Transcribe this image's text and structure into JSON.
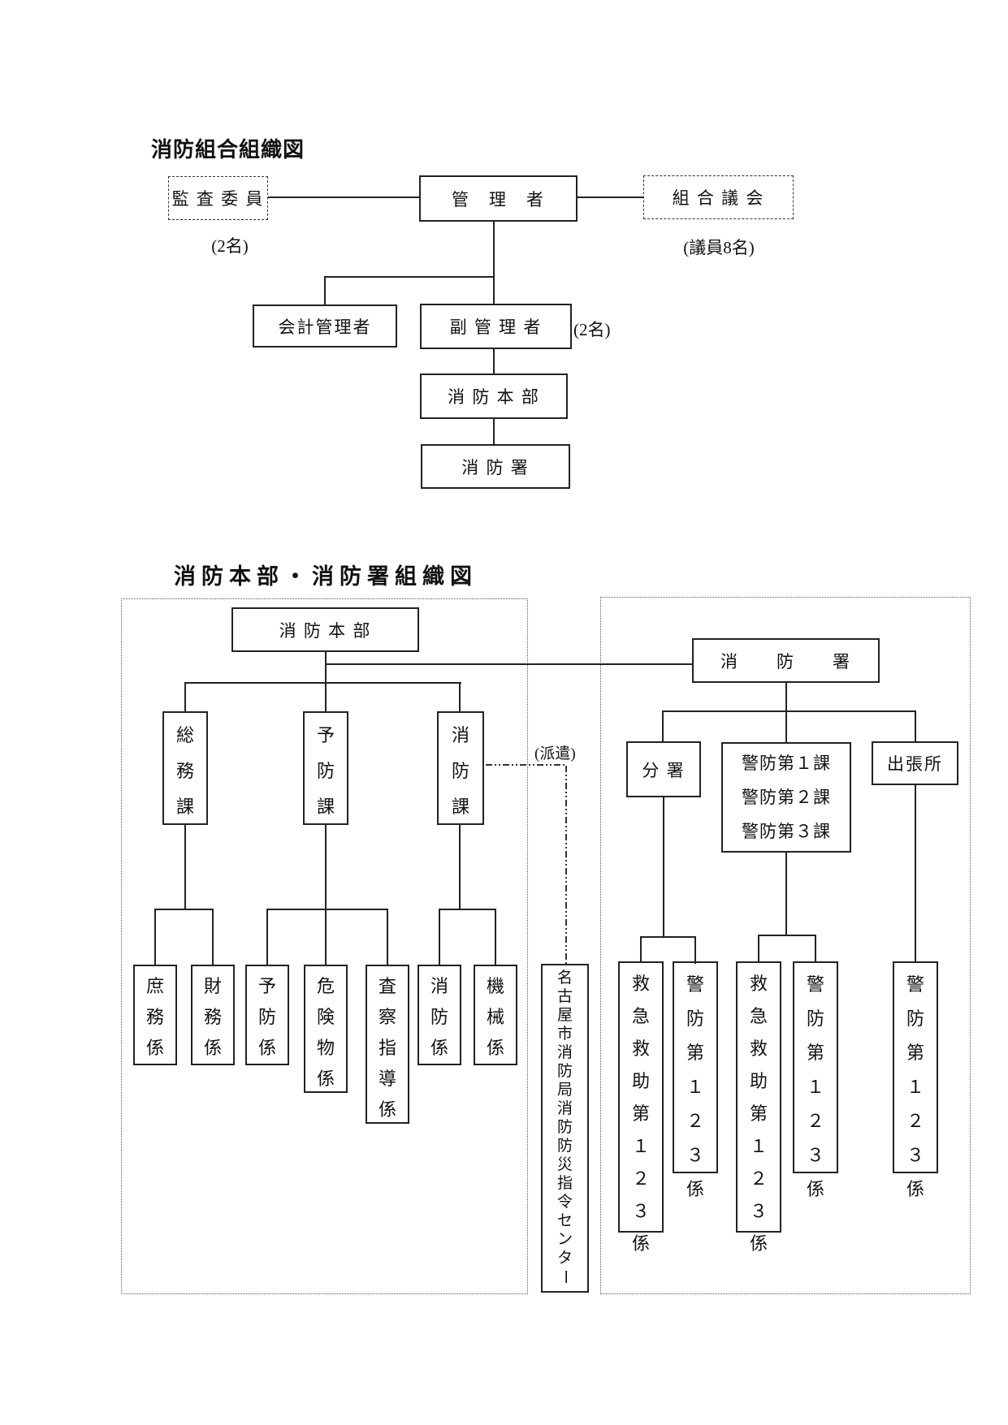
{
  "colors": {
    "line": "#222222",
    "text": "#111111",
    "background": "#ffffff"
  },
  "top_chart": {
    "title": "消防組合組織図",
    "nodes": {
      "audit": {
        "label": "監 査 委 員",
        "note": "(2名)"
      },
      "manager": {
        "label": "管　理　者"
      },
      "assembly": {
        "label": "組 合 議 会",
        "note": "(議員8名)"
      },
      "accounting": {
        "label": "会計管理者"
      },
      "deputy": {
        "label": "副 管 理 者",
        "note": "(2名)"
      },
      "fire_hq": {
        "label": "消 防 本 部"
      },
      "fire_station": {
        "label": "消 防 署"
      }
    }
  },
  "bottom_chart": {
    "title": "消防本部・消防署組織図",
    "left": {
      "root": "消 防 本 部",
      "divisions": [
        "総務課",
        "予防課",
        "消防課"
      ],
      "sections": [
        "庶務係",
        "財務係",
        "予防係",
        "危険物係",
        "査察指導係",
        "消防係",
        "機械係"
      ]
    },
    "dispatch": {
      "label": "(派遣)",
      "destination": "名古屋市消防局消防防災指令センター"
    },
    "right": {
      "root": "消　　防　　署",
      "branch_office": "分 署",
      "guard_divisions": [
        "警防第１課",
        "警防第２課",
        "警防第３課"
      ],
      "substation": "出張所",
      "sections": [
        "救急救助第１２３係",
        "警防第１２３係",
        "救急救助第１２３係",
        "警防第１２３係",
        "警防第１２３係"
      ]
    }
  }
}
